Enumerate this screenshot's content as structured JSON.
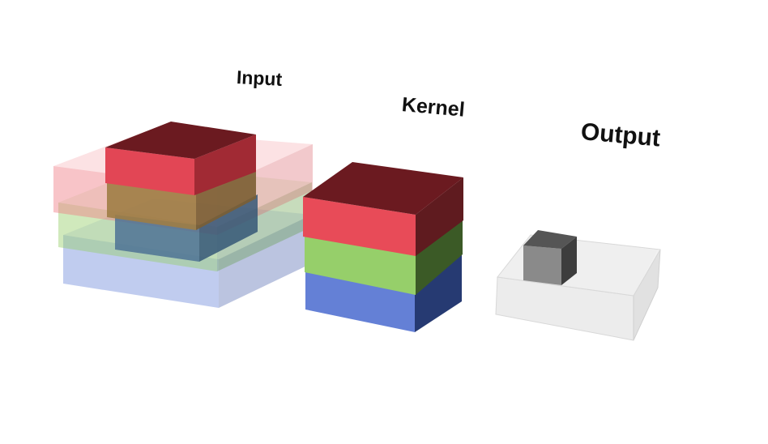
{
  "labels": {
    "input": "Input",
    "kernel": "Kernel",
    "output": "Output"
  },
  "colors": {
    "channel_red": "#e84b58",
    "channel_green": "#96cf6a",
    "channel_blue": "#6480d6",
    "output_block": "#8a8a8a",
    "background": "#ffffff"
  },
  "blocks": {
    "input": {
      "channels": [
        "red",
        "green",
        "blue"
      ]
    },
    "kernel": {
      "channels": [
        "red",
        "green",
        "blue"
      ]
    },
    "output": {
      "channels": [
        "gray"
      ]
    }
  }
}
